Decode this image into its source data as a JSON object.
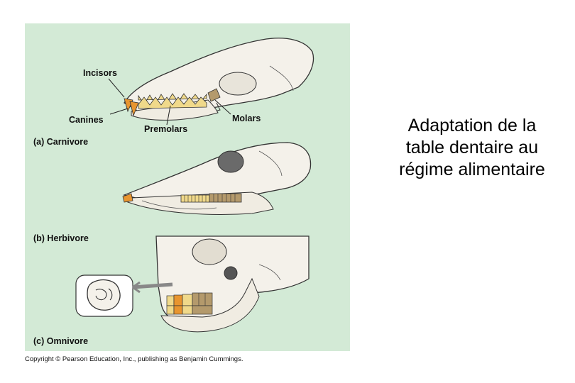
{
  "title": {
    "line1": "Adaptation de la",
    "line2": "table dentaire au",
    "line3": "régime alimentaire"
  },
  "figure": {
    "labels": {
      "incisors": "Incisors",
      "canines": "Canines",
      "premolars": "Premolars",
      "molars": "Molars"
    },
    "captions": {
      "carnivore": "(a) Carnivore",
      "herbivore": "(b) Herbivore",
      "omnivore": "(c) Omnivore"
    },
    "copyright": "Copyright © Pearson Education, Inc., publishing as Benjamin Cummings."
  },
  "colors": {
    "panel_bg": "#d3ead6",
    "bone": "#f4f1ea",
    "canine": "#e8952f",
    "premolar": "#f0d98a",
    "molar": "#b49a6c"
  }
}
